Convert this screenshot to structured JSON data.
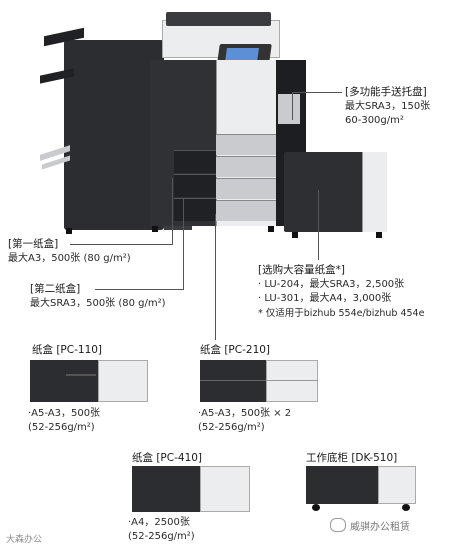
{
  "callouts": {
    "tray_bypass": {
      "label": "[多功能手送托盘]",
      "line1": "最大SRA3，150张",
      "line2": "60-300g/m²"
    },
    "tray1": {
      "label": "[第一纸盒]",
      "line1": "最大A3，500张 (80 g/m²)"
    },
    "tray2": {
      "label": "[第二纸盒]",
      "line1": "最大SRA3，500张 (80 g/m²)"
    },
    "lct": {
      "label": "[选购大容量纸盒*]",
      "line1": "· LU-204，最大SRA3，2,500张",
      "line2": "· LU-301，最大A4，3,000张",
      "note": "* 仅适用于bizhub 554e/bizhub 454e"
    }
  },
  "options": {
    "pc110": {
      "title": "纸盒 [PC-110]",
      "line1": "·A5-A3，500张",
      "line2": "(52-256g/m²)"
    },
    "pc210": {
      "title": "纸盒 [PC-210]",
      "line1": "·A5-A3，500张 × 2",
      "line2": "(52-256g/m²)"
    },
    "pc410": {
      "title": "纸盒 [PC-410]",
      "line1": "·A4，2500张",
      "line2": "(52-256g/m²)"
    },
    "dk510": {
      "title": "工作底柜 [DK-510]"
    }
  },
  "watermarks": {
    "bottom_left": "大森办公",
    "bottom_right": "威骐办公租赁"
  }
}
